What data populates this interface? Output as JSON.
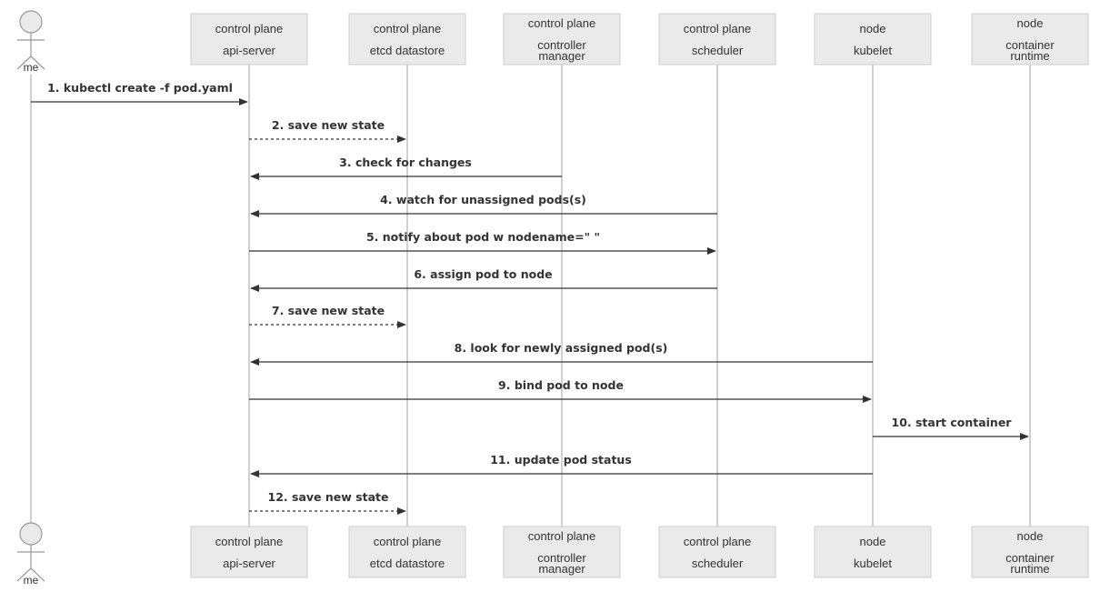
{
  "actor": {
    "name": "me"
  },
  "participants": [
    {
      "id": "api",
      "line1": "control plane",
      "line2": [
        "api-server"
      ]
    },
    {
      "id": "etcd",
      "line1": "control plane",
      "line2": [
        "etcd datastore"
      ]
    },
    {
      "id": "cm",
      "line1": "control plane",
      "line2": [
        "controller",
        "manager"
      ]
    },
    {
      "id": "sched",
      "line1": "control plane",
      "line2": [
        "scheduler"
      ]
    },
    {
      "id": "kubelet",
      "line1": "node",
      "line2": [
        "kubelet"
      ]
    },
    {
      "id": "runtime",
      "line1": "node",
      "line2": [
        "container",
        "runtime"
      ]
    }
  ],
  "messages": [
    {
      "from": "me",
      "to": "api",
      "label": "1. kubectl create -f pod.yaml",
      "style": "solid"
    },
    {
      "from": "api",
      "to": "etcd",
      "label": "2. save new state",
      "style": "dashed"
    },
    {
      "from": "cm",
      "to": "api",
      "label": "3. check for changes",
      "style": "solid"
    },
    {
      "from": "sched",
      "to": "api",
      "label": "4. watch for unassigned pods(s)",
      "style": "solid"
    },
    {
      "from": "api",
      "to": "sched",
      "label": "5. notify about pod w nodename=\" \"",
      "style": "solid"
    },
    {
      "from": "sched",
      "to": "api",
      "label": "6. assign pod to node",
      "style": "solid"
    },
    {
      "from": "api",
      "to": "etcd",
      "label": "7. save new state",
      "style": "dashed"
    },
    {
      "from": "kubelet",
      "to": "api",
      "label": "8. look for newly assigned pod(s)",
      "style": "solid"
    },
    {
      "from": "api",
      "to": "kubelet",
      "label": "9. bind pod to node",
      "style": "solid"
    },
    {
      "from": "kubelet",
      "to": "runtime",
      "label": "10. start container",
      "style": "solid"
    },
    {
      "from": "kubelet",
      "to": "api",
      "label": "11. update pod status",
      "style": "solid"
    },
    {
      "from": "api",
      "to": "etcd",
      "label": "12. save new state",
      "style": "dashed"
    }
  ]
}
